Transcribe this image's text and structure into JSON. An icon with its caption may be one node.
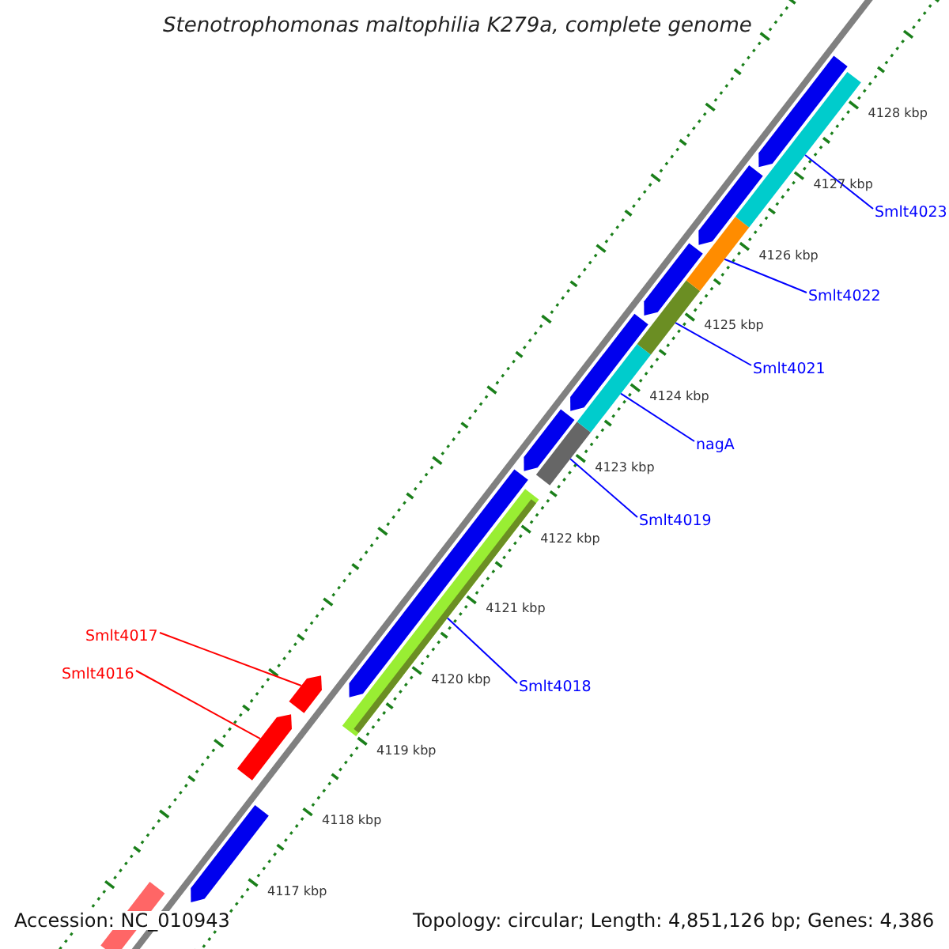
{
  "diagram": {
    "title": "Stenotrophomonas maltophilia K279a, complete genome",
    "nodes": [
      {
        "text": [
          "Smlt4023"
        ]
      },
      {
        "text": [
          "Smlt4022"
        ]
      },
      {
        "text": [
          "Smlt4021"
        ]
      },
      {
        "text": [
          "nagA"
        ]
      },
      {
        "text": [
          "Smlt4019"
        ]
      },
      {
        "text": [
          "Smlt4017"
        ]
      },
      {
        "text": [
          "Smlt4016"
        ]
      },
      {
        "text": [
          "Smlt4018"
        ]
      },
      {
        "text": [],
        "shape": "bar"
      },
      {
        "text": [],
        "shape": "bar"
      },
      {
        "text": [],
        "shape": "bar"
      },
      {
        "text": [],
        "shape": "bar"
      },
      {
        "text": [],
        "shape": "bar"
      },
      {
        "text": [],
        "shape": "arrow"
      },
      {
        "text": [],
        "shape": "arrow"
      },
      {
        "text": [],
        "shape": "bar"
      }
    ],
    "edges": [
      {
        "from": 0,
        "to": 8,
        "arrow": "none"
      },
      {
        "from": 1,
        "to": 9,
        "arrow": "none"
      },
      {
        "from": 2,
        "to": 10,
        "arrow": "none"
      },
      {
        "from": 3,
        "to": 11,
        "arrow": "none"
      },
      {
        "from": 4,
        "to": 12,
        "arrow": "none"
      },
      {
        "from": 5,
        "to": 13,
        "arrow": "none",
        "color": "#ff0000"
      },
      {
        "from": 6,
        "to": 14,
        "arrow": "none",
        "color": "#ff0000"
      },
      {
        "from": 7,
        "to": 15,
        "arrow": "none"
      }
    ],
    "labels": [
      "4128 kbp",
      "4127 kbp",
      "4126 kbp",
      "4125 kbp",
      "4124 kbp",
      "4123 kbp",
      "4122 kbp",
      "4121 kbp",
      "4120 kbp",
      "4119 kbp",
      "4118 kbp",
      "4117 kbp",
      "Accession: NC_010943",
      "Topology: circular; Length: 4,851,126 bp; Genes: 4,386"
    ]
  }
}
